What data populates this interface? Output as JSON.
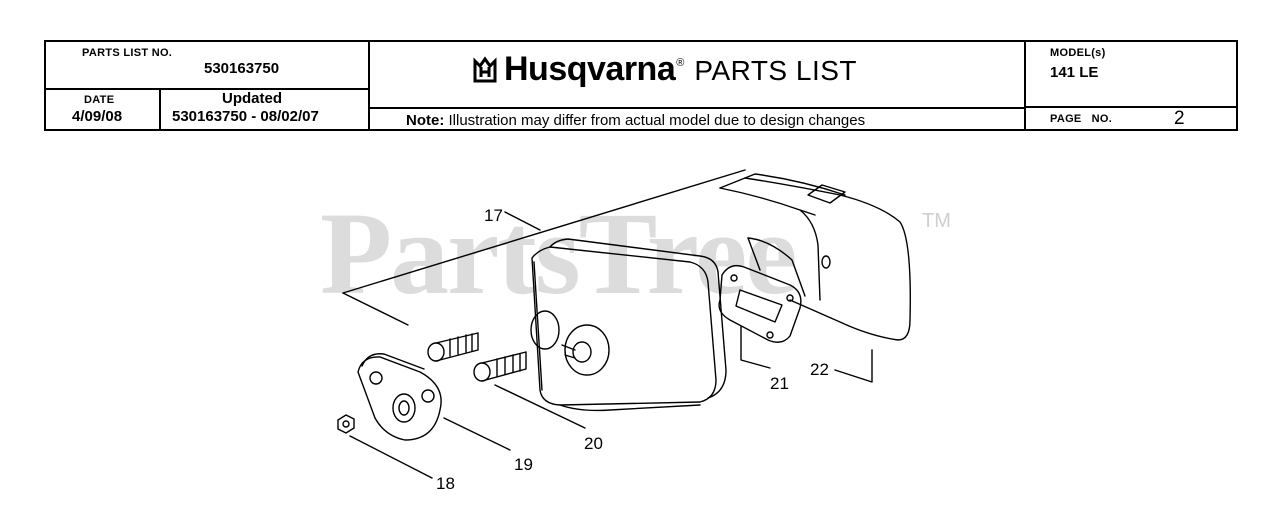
{
  "header": {
    "parts_list_label": "PARTS LIST NO.",
    "parts_list_no": "530163750",
    "date_label": "DATE",
    "date_value": "4/09/08",
    "updated_label": "Updated",
    "updated_value": "530163750 - 08/02/07",
    "brand": "Husqvarna",
    "brand_reg": "®",
    "title": "PARTS LIST",
    "note_label": "Note:",
    "note_text": " Illustration may differ from actual model due to design changes",
    "model_label": "MODEL(s)",
    "model_value": "141 LE",
    "page_label": "PAGE   NO.",
    "page_value": "2"
  },
  "watermark": {
    "text": "PartsTree",
    "tm": "TM"
  },
  "callouts": [
    "17",
    "18",
    "19",
    "20",
    "21",
    "22"
  ]
}
